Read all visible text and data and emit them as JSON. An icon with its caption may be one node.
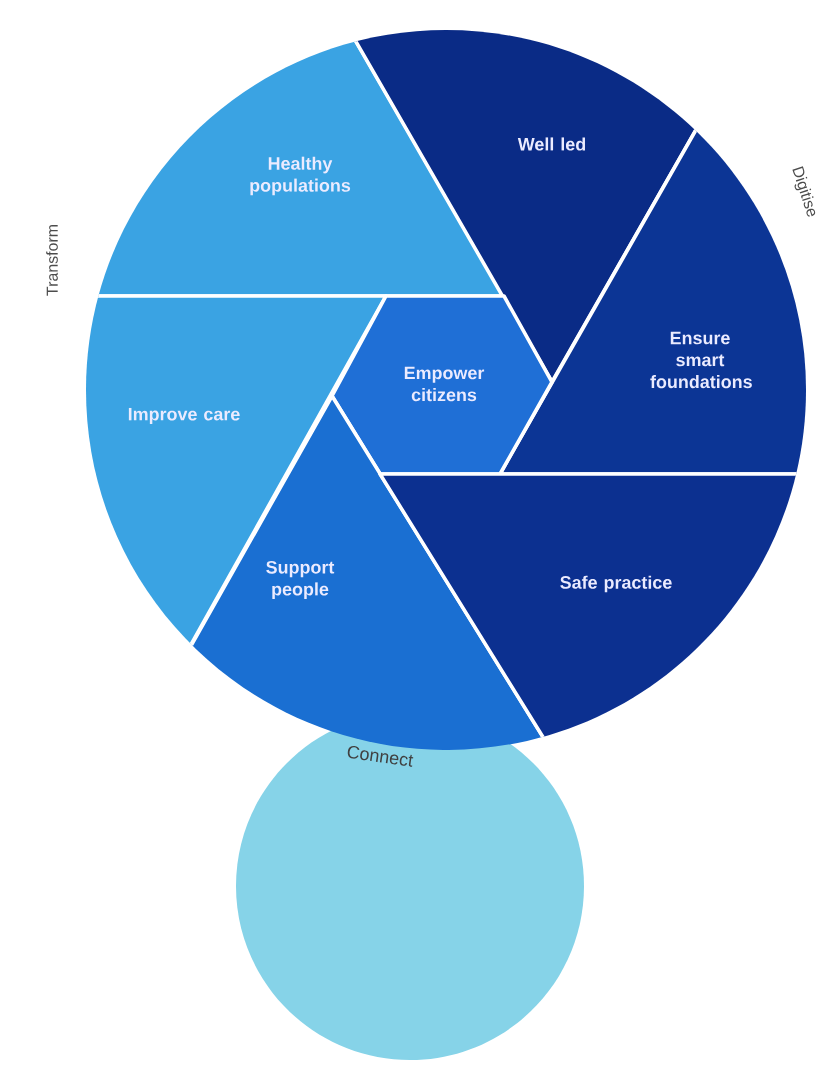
{
  "diagram": {
    "nodes": [
      {
        "text": [
          "Healthy populations"
        ]
      },
      {
        "text": [
          "Well led"
        ]
      },
      {
        "text": [
          "Ensure smart foundations"
        ]
      },
      {
        "text": [
          "Improve care"
        ]
      },
      {
        "text": [
          "Empower citizens"
        ]
      },
      {
        "text": [
          "Support people"
        ]
      },
      {
        "text": [
          "Safe practice"
        ]
      },
      {
        "text": [
          "Connect"
        ]
      }
    ],
    "labels": [
      "Transform",
      "Digitise"
    ]
  }
}
